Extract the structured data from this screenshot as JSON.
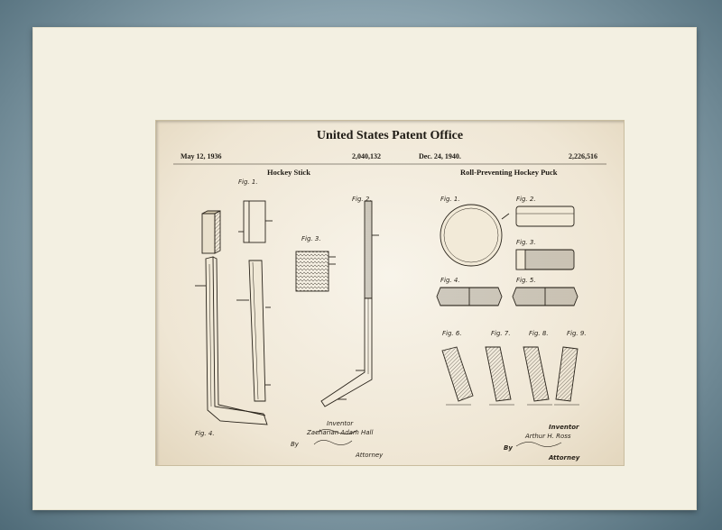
{
  "sheet": {
    "title": "United States Patent Office"
  },
  "patent_left": {
    "date": "May 12, 1936",
    "number": "2,040,132",
    "name": "Hockey Stick",
    "figures": [
      "Fig. 1.",
      "Fig. 2.",
      "Fig. 3.",
      "Fig. 4."
    ],
    "inventor_caption": "Inventor",
    "inventor_name": "Zacharian Adam Hall",
    "by": "By",
    "attorney": "Attorney"
  },
  "patent_right": {
    "date": "Dec. 24, 1940.",
    "number": "2,226,516",
    "name": "Roll-Preventing Hockey Puck",
    "figures": [
      "Fig. 1.",
      "Fig. 2.",
      "Fig. 3.",
      "Fig. 4.",
      "Fig. 5.",
      "Fig. 6.",
      "Fig. 7.",
      "Fig. 8.",
      "Fig. 9."
    ],
    "inventor_caption": "Inventor",
    "inventor_name": "Arthur H. Ross",
    "by": "By",
    "attorney": "Attorney"
  },
  "colors": {
    "ink": "#1e1a14",
    "paper": "#f3ecdd",
    "mat": "#f3f0e2",
    "wall": "#7f99a5"
  }
}
